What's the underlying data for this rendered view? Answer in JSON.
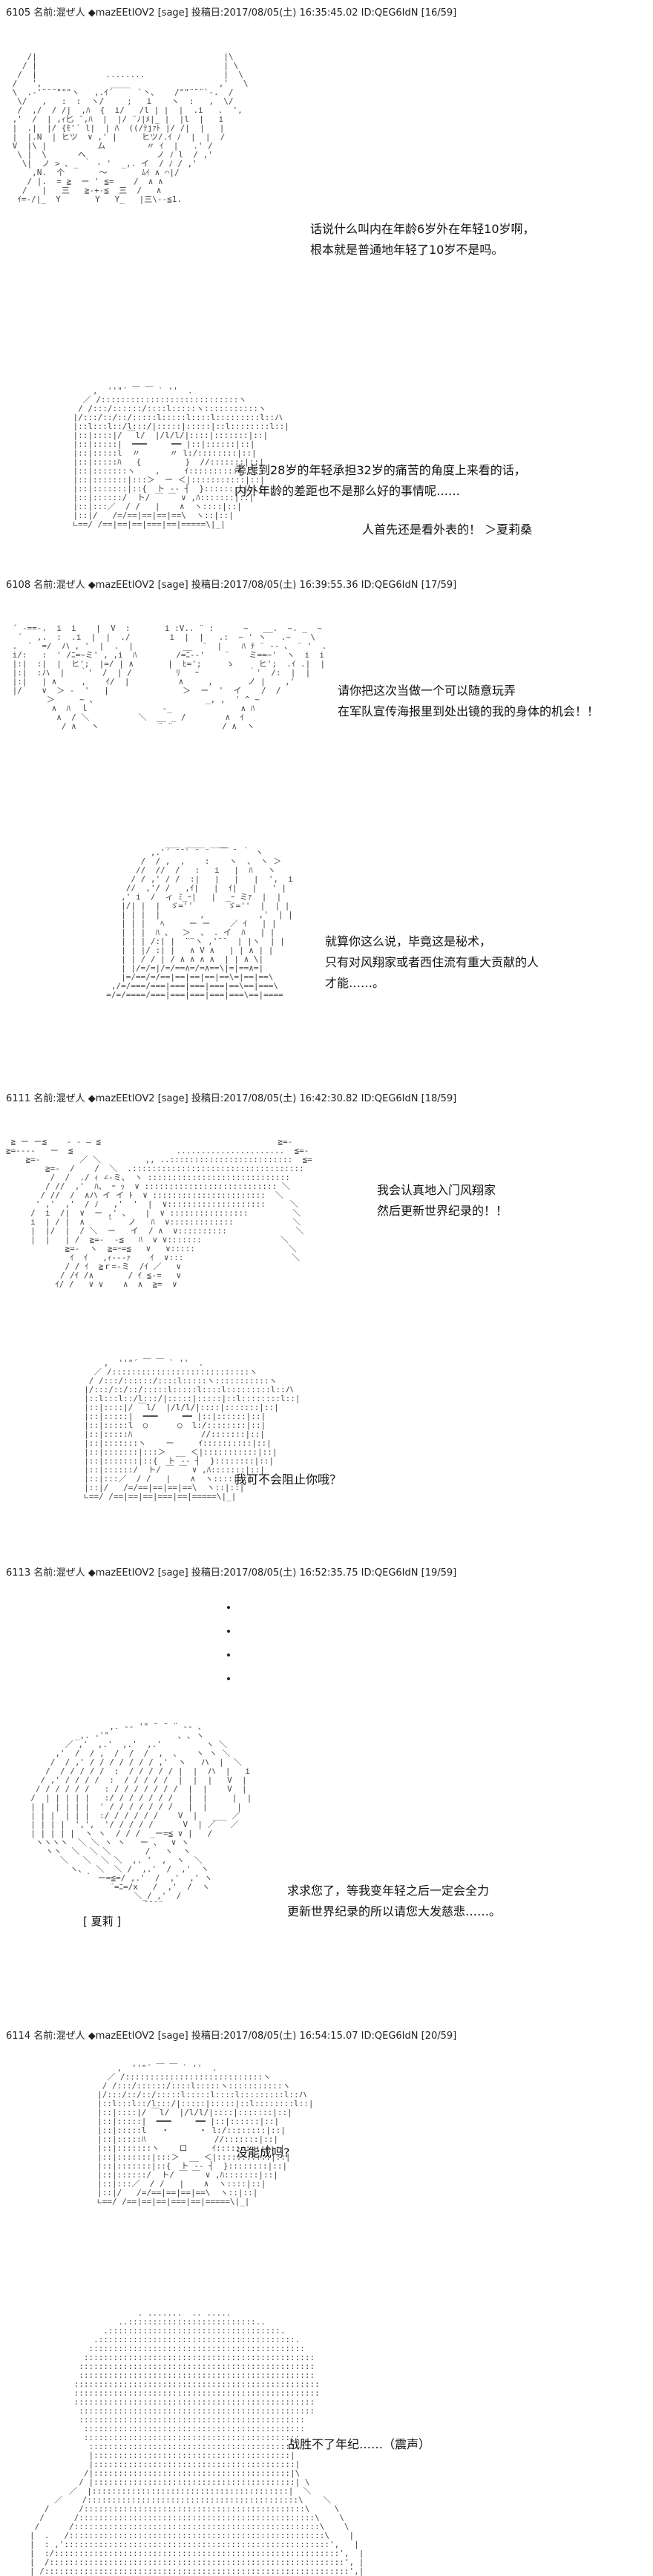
{
  "posts": [
    {
      "header": "6105 名前:混ぜ人 ◆mazEEtlOV2 [sage] 投稿日:2017/08/05(土) 16:35:45.02 ID:QEG6IdN [16/59]"
    },
    {
      "header": "6108 名前:混ぜ人 ◆mazEEtlOV2 [sage] 投稿日:2017/08/05(土) 16:39:55.36 ID:QEG6IdN [17/59]"
    },
    {
      "header": "6111 名前:混ぜ人 ◆mazEEtlOV2 [sage] 投稿日:2017/08/05(土) 16:42:30.82 ID:QEG6IdN [18/59]"
    },
    {
      "header": "6113 名前:混ぜ人 ◆mazEEtlOV2 [sage] 投稿日:2017/08/05(土) 16:52:35.75 ID:QEG6IdN [19/59]"
    },
    {
      "header": "6114 名前:混ぜ人 ◆mazEEtlOV2 [sage] 投稿日:2017/08/05(土) 16:54:15.07 ID:QEG6IdN [20/59]"
    }
  ],
  "dialogs": {
    "d1": "话说什么叫内在年龄6岁外在年轻10岁啊，\n根本就是普通地年轻了10岁不是吗。",
    "d2": "考虑到28岁的年轻承担32岁的痛苦的角度上来看的话，\n内外年龄的差距也不是那么好的事情呢……",
    "d3": "人首先还是看外表的！ ＞夏莉桑",
    "d4": "请你把这次当做一个可以随意玩弄\n在军队宣传海报里到处出镜的我的身体的机会！！",
    "d5": "就算你这么说，毕竟这是秘术，\n只有对风翔家或者西住流有重大贡献的人\n才能……。",
    "d6": "我会认真地入门风翔家\n然后更新世界纪录的！！",
    "d7": "我可不会阻止你哦？",
    "d8": "求求您了，等我变年轻之后一定会全力\n更新世界纪录的所以请您大发慈悲……。",
    "d9": "没能成吗?",
    "d10": "战胜不了年纪……（震声）"
  },
  "labels": {
    "shari": "[ 夏莉 ]"
  }
}
